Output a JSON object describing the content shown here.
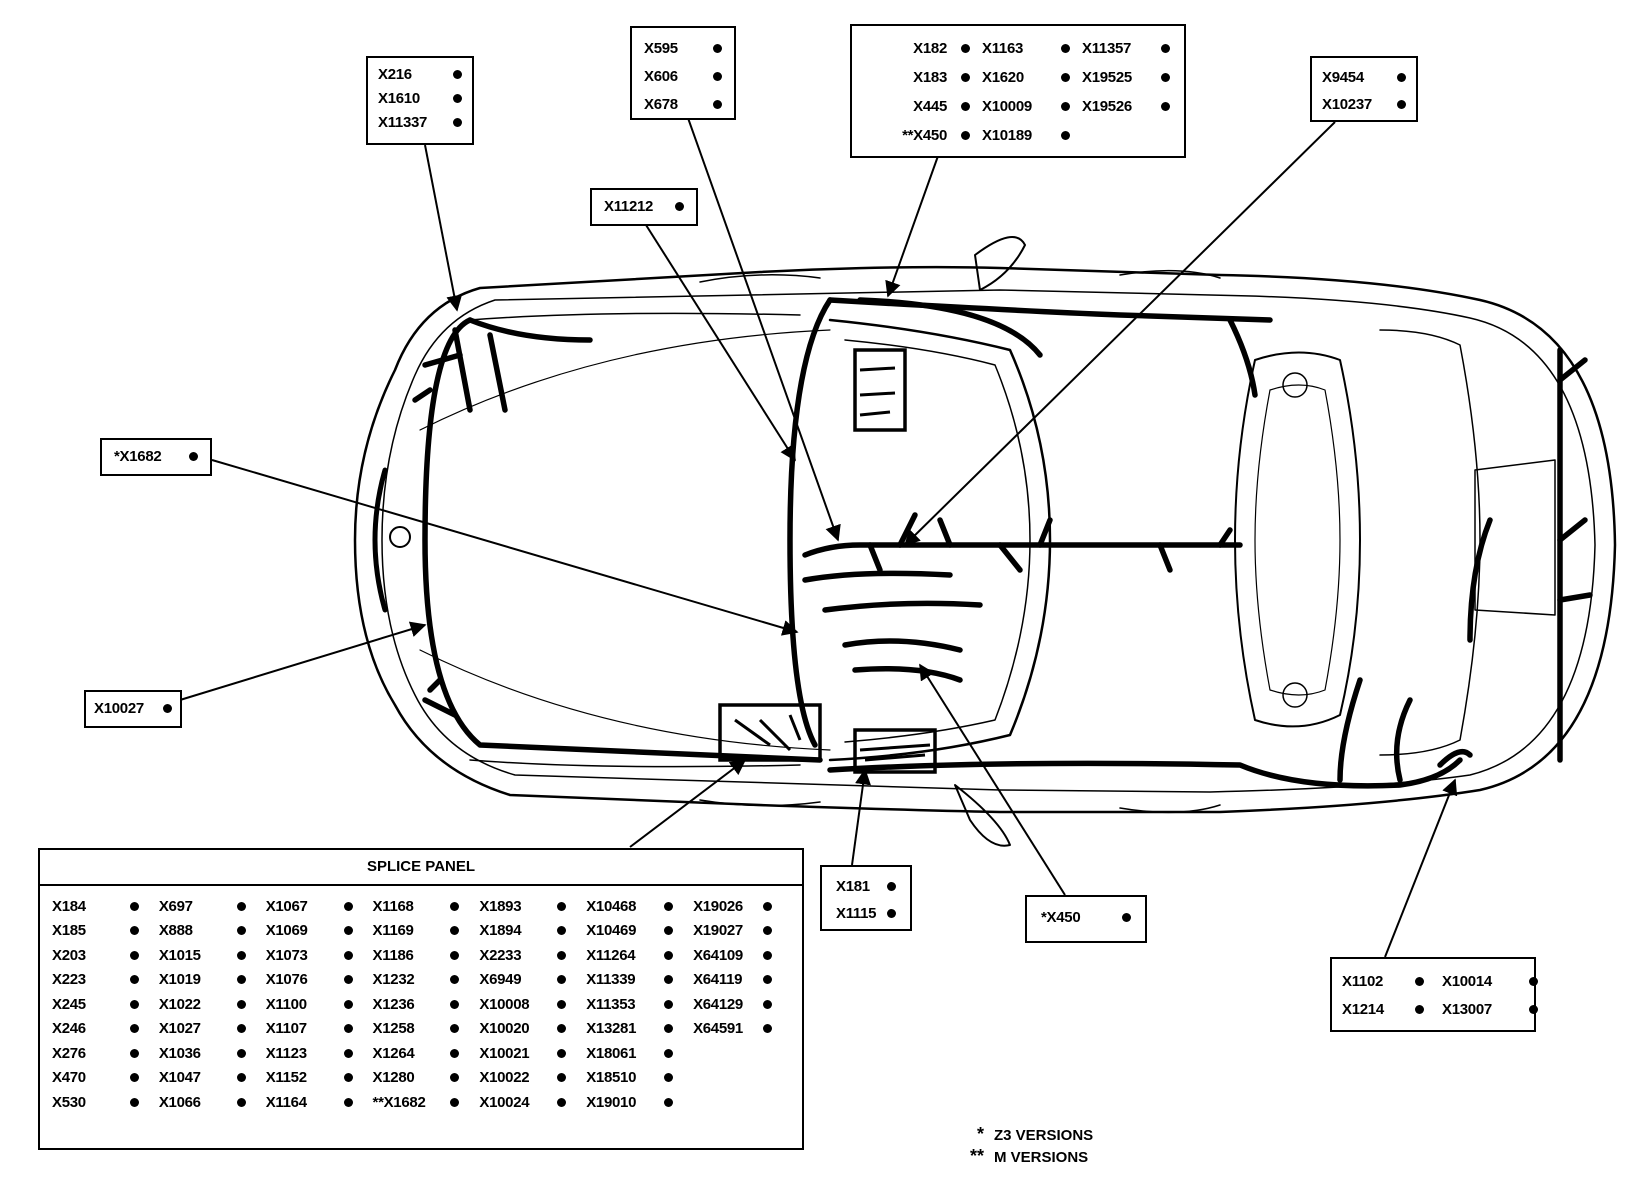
{
  "boxes": {
    "top_left": [
      "X216",
      "X1610",
      "X11337"
    ],
    "top_mid": [
      "X595",
      "X606",
      "X678"
    ],
    "top_right_small": [
      "X9454",
      "X10237"
    ],
    "x11212": "X11212",
    "x1682": "*X1682",
    "x10027": "X10027",
    "x181": [
      "X181",
      "X1115"
    ],
    "x450": "*X450",
    "right_bottom": [
      "X1102",
      "X10014",
      "X1214",
      "X13007"
    ]
  },
  "top_grid": {
    "col1": [
      "X182",
      "X183",
      "X445",
      "**X450"
    ],
    "col2": [
      "X1163",
      "X1620",
      "X10009",
      "X10189"
    ],
    "col3": [
      "X11357",
      "X19525",
      "X19526"
    ]
  },
  "splice_panel": {
    "title": "SPLICE PANEL",
    "columns": [
      [
        "X184",
        "X185",
        "X203",
        "X223",
        "X245",
        "X246",
        "X276",
        "X470",
        "X530"
      ],
      [
        "X697",
        "X888",
        "X1015",
        "X1019",
        "X1022",
        "X1027",
        "X1036",
        "X1047",
        "X1066"
      ],
      [
        "X1067",
        "X1069",
        "X1073",
        "X1076",
        "X1100",
        "X1107",
        "X1123",
        "X1152",
        "X1164"
      ],
      [
        "X1168",
        "X1169",
        "X1186",
        "X1232",
        "X1236",
        "X1258",
        "X1264",
        "X1280",
        "**X1682"
      ],
      [
        "X1893",
        "X1894",
        "X2233",
        "X6949",
        "X10008",
        "X10020",
        "X10021",
        "X10022",
        "X10024"
      ],
      [
        "X10468",
        "X10469",
        "X11264",
        "X11339",
        "X11353",
        "X13281",
        "X18061",
        "X18510",
        "X19010"
      ],
      [
        "X19026",
        "X19027",
        "X64109",
        "X64119",
        "X64129",
        "X64591"
      ]
    ]
  },
  "legend": {
    "single_star": "*",
    "single_text": "Z3 VERSIONS",
    "double_star": "**",
    "double_text": "M VERSIONS"
  }
}
